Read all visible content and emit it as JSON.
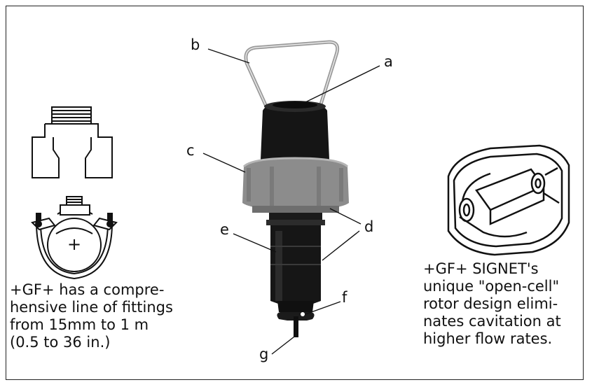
{
  "captions": {
    "left": "+GF+ has a compre-\nhensive line of fittings\nfrom 15mm to 1 m\n(0.5 to 36 in.)",
    "right": "+GF+ SIGNET's\nunique \"open-cell\"\nrotor design elimi-\nnates cavitation at\nhigher flow rates."
  },
  "callouts": {
    "a": "a",
    "b": "b",
    "c": "c",
    "d": "d",
    "e": "e",
    "f": "f",
    "g": "g"
  },
  "clamp_mark": "+"
}
